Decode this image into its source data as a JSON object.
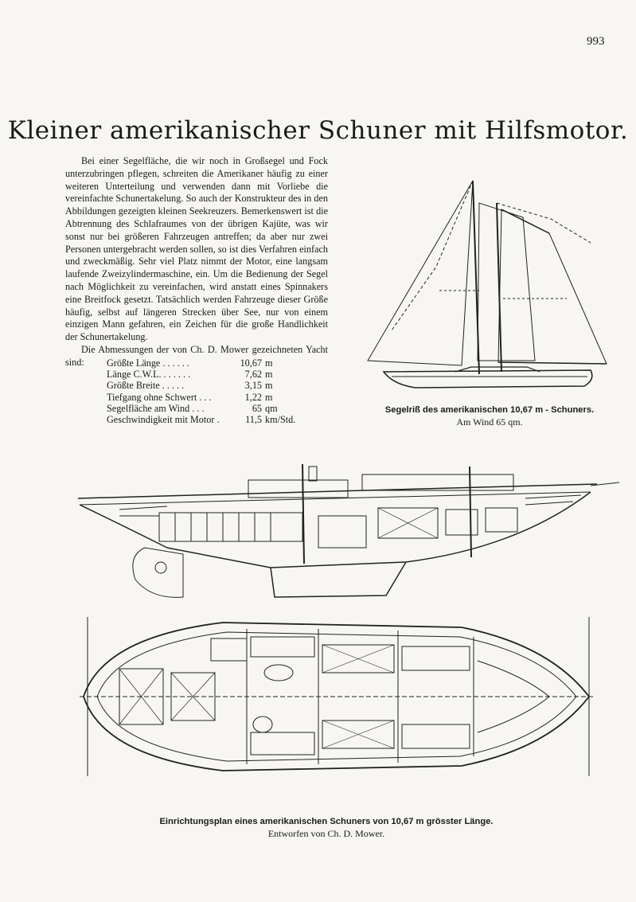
{
  "page_number": "993",
  "title": "Kleiner amerikanischer Schuner mit Hilfsmotor.",
  "body_paragraph": "Bei einer Segelfläche, die wir noch in Großsegel und Fock unterzubringen pflegen, schreiten die Amerikaner häufig zu einer weiteren Unterteilung und verwenden dann mit Vorliebe die vereinfachte Schunertakelung. So auch der Konstrukteur des in den Abbildungen gezeigten kleinen Seekreuzers. Bemerkenswert ist die Abtrennung des Schlafraumes von der übrigen Kajüte, was wir sonst nur bei größeren Fahrzeugen antreffen; da aber nur zwei Personen untergebracht werden sollen, so ist dies Verfahren einfach und zweckmäßig. Sehr viel Platz nimmt der Motor, eine langsam laufende Zweizylindermaschine, ein. Um die Bedienung der Segel nach Möglichkeit zu vereinfachen, wird anstatt eines Spinnakers eine Breitfock gesetzt. Tatsächlich werden Fahrzeuge dieser Größe häufig, selbst auf längeren Strecken über See, nur von einem einzigen Mann gefahren, ein Zeichen für die große Handlichkeit der Schunertakelung.",
  "dims_intro": "Die Abmessungen der von Ch. D. Mower gezeichneten Yacht sind:",
  "dimensions": [
    {
      "label": "Größte Länge . . . . . .",
      "value": "10,67",
      "unit": "m"
    },
    {
      "label": "Länge C.W.L. . . . . . .",
      "value": "7,62",
      "unit": "m"
    },
    {
      "label": "Größte Breite . . . . .",
      "value": "3,15",
      "unit": "m"
    },
    {
      "label": "Tiefgang ohne Schwert . . .",
      "value": "1,22",
      "unit": "m"
    },
    {
      "label": "Segelfläche am Wind . . .",
      "value": "65",
      "unit": "qm"
    },
    {
      "label": "Geschwindigkeit mit Motor .",
      "value": "11,5",
      "unit": "km/Std."
    }
  ],
  "sail_caption": {
    "title": "Segelriß des amerikanischen 10,67 m - Schuners.",
    "subtitle": "Am Wind 65 qm."
  },
  "plan_caption": {
    "title": "Einrichtungsplan eines amerikanischen Schuners von 10,67 m grösster Länge.",
    "subtitle": "Entworfen von Ch. D. Mower."
  }
}
